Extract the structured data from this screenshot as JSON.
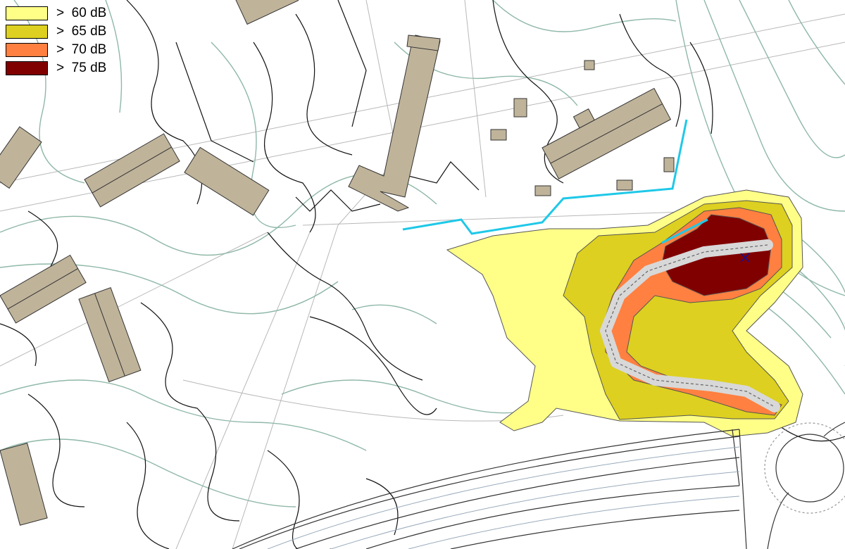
{
  "legend": {
    "items": [
      {
        "label": ">  60 dB",
        "color": "#ffff88"
      },
      {
        "label": ">  65 dB",
        "color": "#ddd020"
      },
      {
        "label": ">  70 dB",
        "color": "#ff8040"
      },
      {
        "label": ">  75 dB",
        "color": "#800000"
      }
    ]
  },
  "colors": {
    "building": "#bfb39a",
    "contour": "#8fb8a8",
    "linework": "#111111",
    "noise_barrier": "#1fc8e8",
    "road": "#d8d8d8",
    "source_marker": "#1010a0"
  }
}
